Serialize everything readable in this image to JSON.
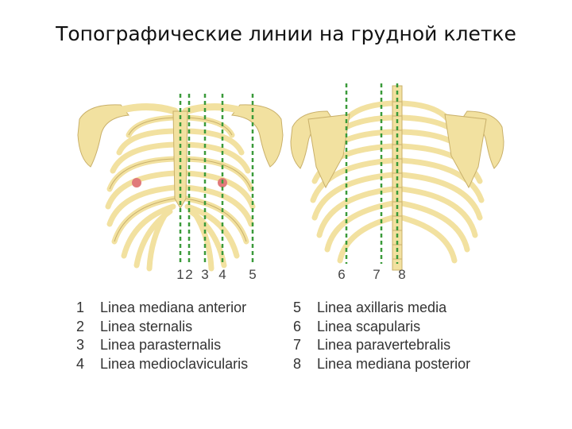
{
  "title": "Топографические линии на грудной клетке",
  "colors": {
    "bone": "#f2e1a0",
    "bone_edge": "#c9b06a",
    "line": "#3a9a3a",
    "nipple": "#e07a7a"
  },
  "front_labels": [
    "1",
    "2",
    "3",
    "4",
    "5"
  ],
  "back_labels": [
    "6",
    "7",
    "8"
  ],
  "legend_left": [
    {
      "num": "1",
      "text": "Linea mediana anterior"
    },
    {
      "num": "2",
      "text": "Linea sternalis"
    },
    {
      "num": "3",
      "text": "Linea parasternalis"
    },
    {
      "num": "4",
      "text": "Linea medioclavicularis"
    }
  ],
  "legend_right": [
    {
      "num": "5",
      "text": "Linea axillaris media"
    },
    {
      "num": "6",
      "text": "Linea scapularis"
    },
    {
      "num": "7",
      "text": "Linea paravertebralis"
    },
    {
      "num": "8",
      "text": "Linea mediana posterior"
    }
  ]
}
